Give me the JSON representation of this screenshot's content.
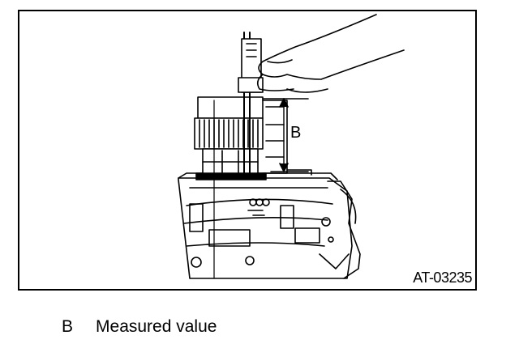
{
  "figure": {
    "dimension_label": "B",
    "figure_id": "AT-03235",
    "illustration": "measuring-gauge-on-transmission-gear-assembly"
  },
  "legend": {
    "symbol": "B",
    "description": "Measured value"
  }
}
